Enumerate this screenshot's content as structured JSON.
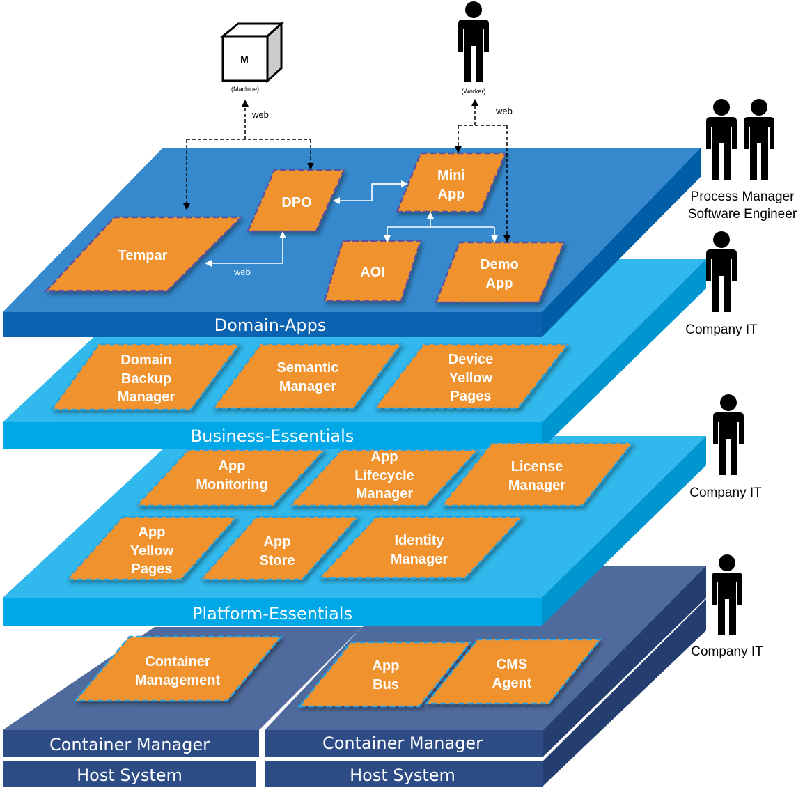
{
  "layers": {
    "domain_apps": {
      "label": "Domain-Apps",
      "color_top": "#3589cc",
      "color_side": "#005ea6",
      "color_band": "#0a62b0"
    },
    "business_essentials": {
      "label": "Business-Essentials",
      "color_top": "#31b8ec",
      "color_side": "#0196cf",
      "color_band": "#00a8e8"
    },
    "platform_essentials": {
      "label": "Platform-Essentials",
      "color_top": "#31b8ec",
      "color_side": "#0196cf",
      "color_band": "#00a8e8"
    },
    "container_left": {
      "label": "Container Manager"
    },
    "container_right": {
      "label": "Container Manager"
    },
    "host_left": {
      "label": "Host System"
    },
    "host_right": {
      "label": "Host System"
    },
    "container_colors": {
      "top": "#4f6a9c",
      "band": "#2d4c85",
      "side": "#243e70"
    }
  },
  "modules": {
    "tempar": {
      "line1": "Tempar"
    },
    "dpo": {
      "line1": "DPO"
    },
    "mini_app": {
      "line1": "Mini",
      "line2": "App"
    },
    "aoi": {
      "line1": "AOI"
    },
    "demo_app": {
      "line1": "Demo",
      "line2": "App"
    },
    "domain_backup": {
      "line1": "Domain",
      "line2": "Backup",
      "line3": "Manager"
    },
    "semantic": {
      "line1": "Semantic",
      "line2": "Manager"
    },
    "device_yp": {
      "line1": "Device",
      "line2": "Yellow",
      "line3": "Pages"
    },
    "app_monitoring": {
      "line1": "App",
      "line2": "Monitoring"
    },
    "app_lifecycle": {
      "line1": "App",
      "line2": "Lifecycle",
      "line3": "Manager"
    },
    "license": {
      "line1": "License",
      "line2": "Manager"
    },
    "app_yp": {
      "line1": "App",
      "line2": "Yellow",
      "line3": "Pages"
    },
    "app_store": {
      "line1": "App",
      "line2": "Store"
    },
    "identity": {
      "line1": "Identity",
      "line2": "Manager"
    },
    "container_mgmt": {
      "line1": "Container",
      "line2": "Management"
    },
    "app_bus": {
      "line1": "App",
      "line2": "Bus"
    },
    "cms_agent": {
      "line1": "CMS",
      "line2": "Agent"
    },
    "color_fill": "#f0922d"
  },
  "machine": {
    "letter": "M",
    "caption": "(Machine)"
  },
  "worker": {
    "caption": "(Worker)"
  },
  "connections": {
    "web_machine": "web",
    "web_worker": "web",
    "web_tempar": "web"
  },
  "roles": {
    "process_manager": "Process Manager",
    "software_engineer": "Software Engineer",
    "company_it_1": "Company IT",
    "company_it_2": "Company IT",
    "company_it_3": "Company IT"
  }
}
